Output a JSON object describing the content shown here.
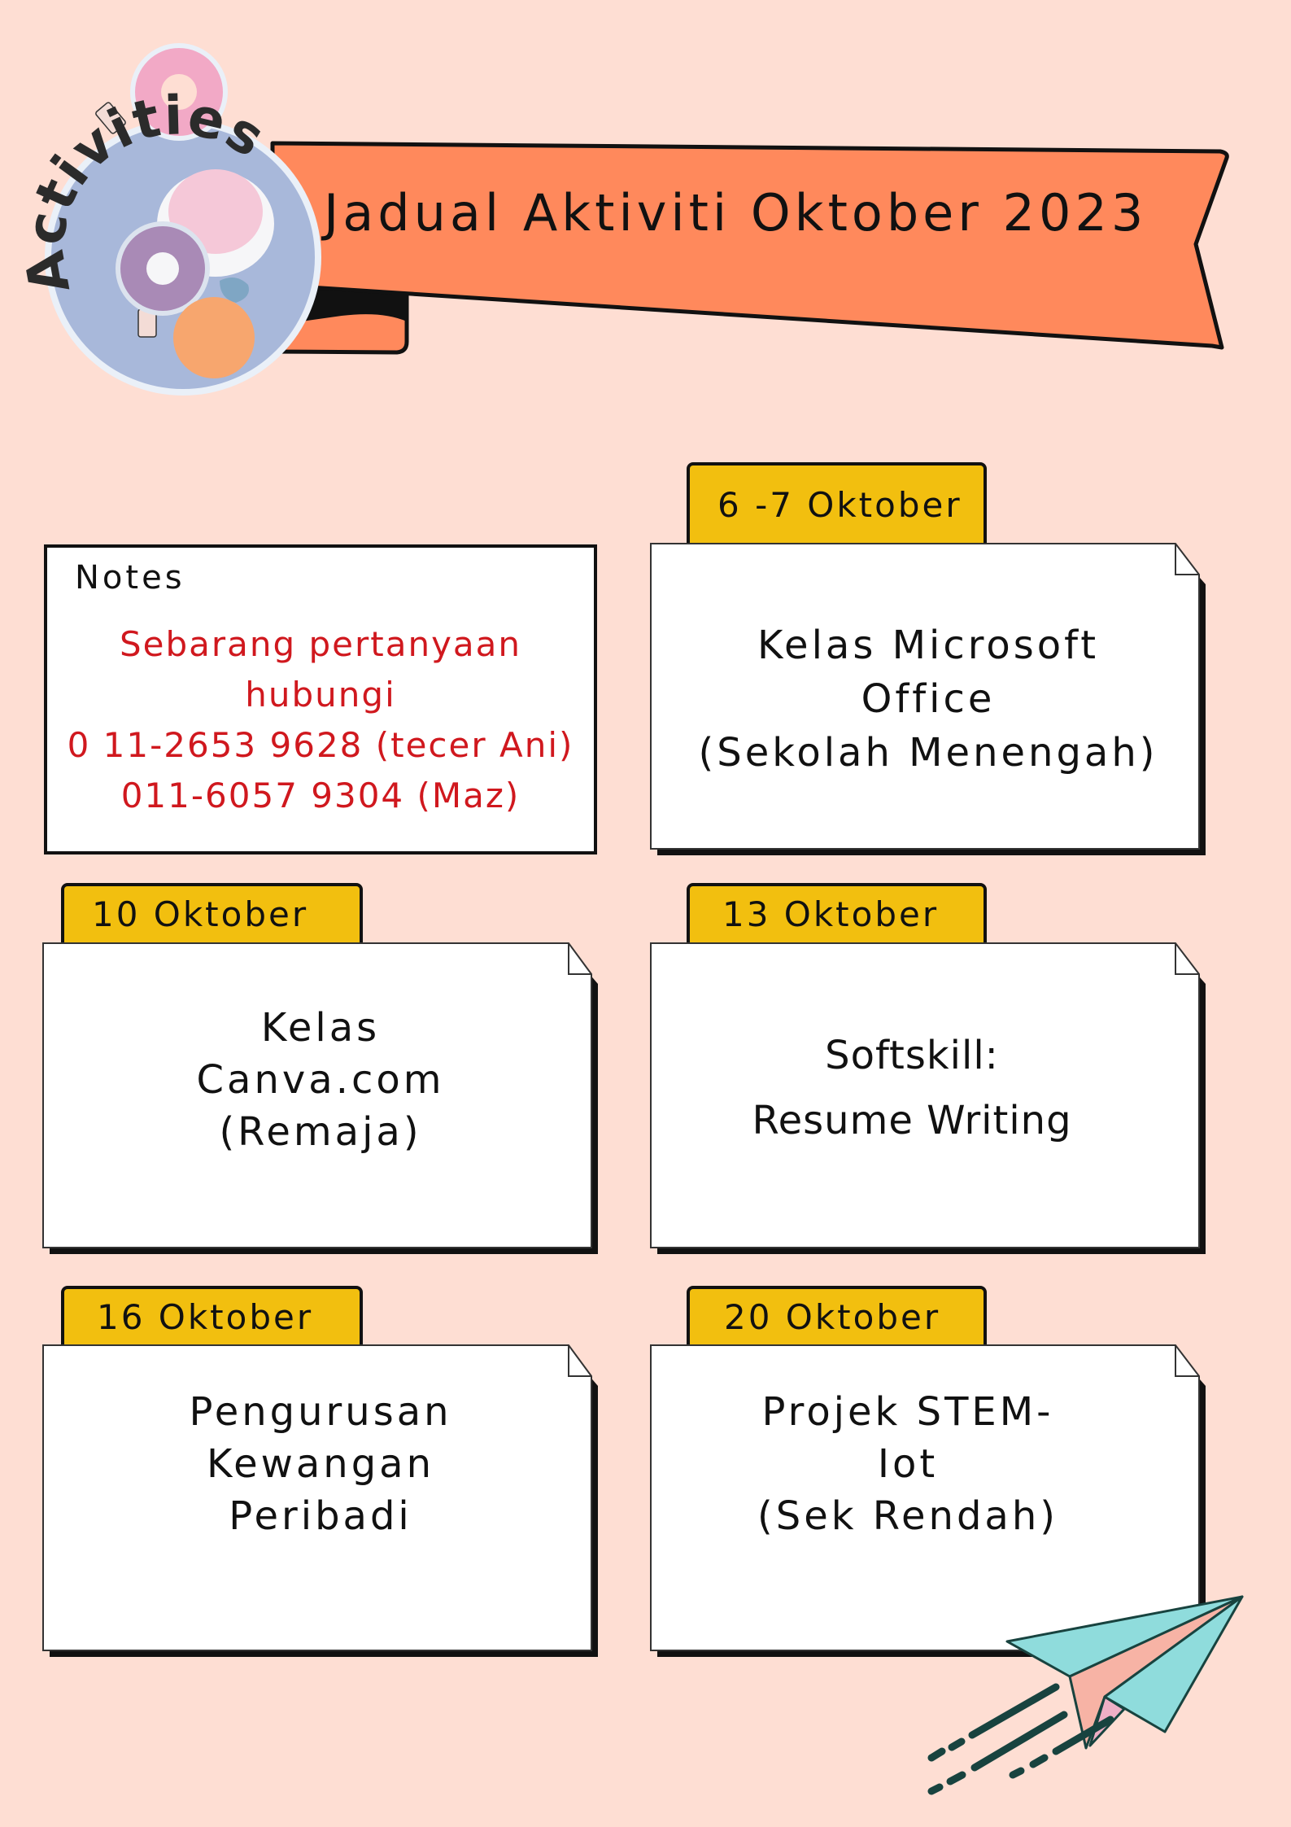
{
  "header": {
    "badge_label": "Activities",
    "title": "Jadual Aktiviti Oktober 2023"
  },
  "colors": {
    "background": "#FEDED3",
    "ribbon": "#FF895C",
    "tab": "#F2BF0F",
    "notes_text": "#D0181E",
    "badge": "#A8B8DA",
    "plane_teal": "#8FDCDC",
    "plane_salmon": "#F7B3A5",
    "plane_lines": "#18433F"
  },
  "notes": {
    "label": "Notes",
    "lines": [
      "Sebarang pertanyaan",
      "hubungi",
      "0 11-2653 9628 (tecer Ani)",
      "011-6057 9304 (Maz)"
    ]
  },
  "activities": [
    {
      "date": "6 -7 Oktober",
      "lines": [
        "Kelas Microsoft",
        "Office",
        "(Sekolah Menengah)"
      ]
    },
    {
      "date": "10 Oktober",
      "lines": [
        "Kelas",
        "Canva.com",
        "(Remaja)"
      ]
    },
    {
      "date": "13 Oktober",
      "lines": [
        "Softskill:",
        "Resume Writing"
      ]
    },
    {
      "date": "16 Oktober",
      "lines": [
        "Pengurusan",
        "Kewangan",
        "Peribadi"
      ]
    },
    {
      "date": "20 Oktober",
      "lines": [
        "Projek STEM-",
        "Iot",
        "(Sek Rendah)"
      ]
    }
  ],
  "decorations": {
    "badge_icon": "donut-collage-icon",
    "plane_icon": "paper-plane-icon"
  }
}
